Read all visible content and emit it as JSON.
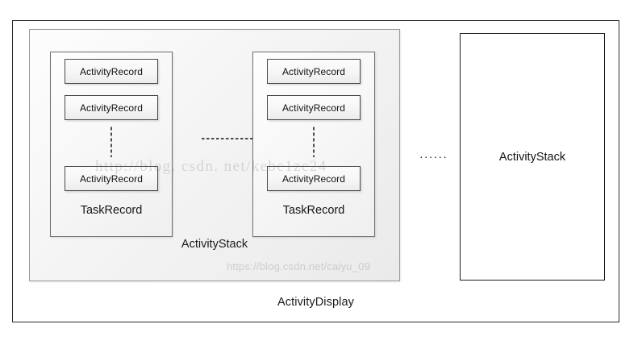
{
  "diagram": {
    "title": "ActivityDisplay",
    "outer_container": {
      "label": "ActivityDisplay"
    },
    "filled_stack": {
      "label": "ActivityStack",
      "task_records": [
        {
          "label": "TaskRecord",
          "activity_records": [
            {
              "label": "ActivityRecord"
            },
            {
              "label": "ActivityRecord"
            },
            {
              "label": "ActivityRecord"
            }
          ],
          "vertical_ellipsis": "⋮"
        },
        {
          "label": "TaskRecord",
          "activity_records": [
            {
              "label": "ActivityRecord"
            },
            {
              "label": "ActivityRecord"
            },
            {
              "label": "ActivityRecord"
            }
          ],
          "vertical_ellipsis": "⋮"
        }
      ],
      "task_connector": "dashed-line"
    },
    "stack_ellipsis": "······",
    "empty_stack": {
      "label": "ActivityStack"
    }
  },
  "watermarks": [
    {
      "text": "http://blog. csdn. net/kebe1zc24"
    },
    {
      "text": "https://blog.csdn.net/caiyu_09"
    }
  ],
  "colors": {
    "outer_border": "#2b2b2b",
    "stack_border": "#9a9a9a",
    "task_border": "#6e6e6e",
    "record_border": "#4a4a4a",
    "text": "#1b1b1b",
    "canvas_bg": "#ffffff"
  }
}
